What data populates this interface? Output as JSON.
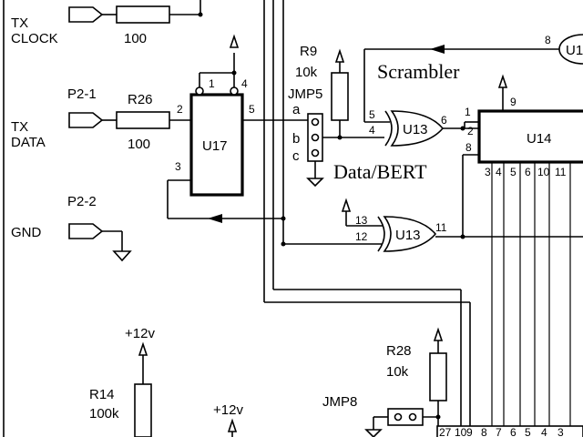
{
  "ports": {
    "tx_clock": [
      "TX",
      "CLOCK"
    ],
    "tx_data": [
      "TX",
      "DATA"
    ],
    "gnd": "GND",
    "p2_1": "P2-1",
    "p2_2": "P2-2"
  },
  "resistors": {
    "top_value": "100",
    "r26": {
      "ref": "R26",
      "value": "100"
    },
    "r9": {
      "ref": "R9",
      "value": "10k"
    },
    "r28": {
      "ref": "R28",
      "value": "10k"
    },
    "r14": {
      "ref": "R14",
      "value": "100k"
    }
  },
  "supplies": {
    "v1": "+12v",
    "v2": "+12v"
  },
  "chips": {
    "u17": "U17",
    "u14": "U14",
    "u13a": "U13",
    "u13b": "U13",
    "u1_partial": "U1"
  },
  "jumpers": {
    "jmp5": "JMP5",
    "jmp8": "JMP8",
    "jmp5_pins": [
      "a",
      "b",
      "c"
    ]
  },
  "notes": {
    "scrambler": "Scrambler",
    "data_bert": "Data/BERT"
  },
  "pins": {
    "u17": [
      "1",
      "4",
      "2",
      "5",
      "3"
    ],
    "u13a": [
      "5",
      "4",
      "6"
    ],
    "u13b": [
      "13",
      "12",
      "11"
    ],
    "u14_in": [
      "1",
      "2",
      "8",
      "9"
    ],
    "u1": "8",
    "u14_bottom": [
      "3",
      "4",
      "5",
      "6",
      "10",
      "11"
    ],
    "jmp8_bottom": [
      "27",
      "10",
      "9",
      "8",
      "7",
      "6",
      "5",
      "4",
      "3"
    ]
  }
}
